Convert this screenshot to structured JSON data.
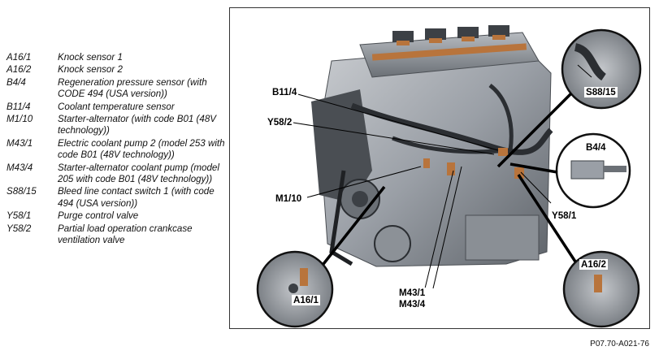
{
  "legend": [
    {
      "code": "A16/1",
      "desc": "Knock sensor 1"
    },
    {
      "code": "A16/2",
      "desc": "Knock sensor 2"
    },
    {
      "code": "B4/4",
      "desc": "Regeneration pressure sensor (with CODE 494 (USA version))"
    },
    {
      "code": "B11/4",
      "desc": "Coolant temperature sensor"
    },
    {
      "code": "M1/10",
      "desc": "Starter-alternator (with code B01 (48V technology))"
    },
    {
      "code": "M43/1",
      "desc": "Electric coolant pump 2 (model 253 with code B01 (48V technology))"
    },
    {
      "code": "M43/4",
      "desc": "Starter-alternator coolant pump (model 205 with code B01 (48V technology))"
    },
    {
      "code": "S88/15",
      "desc": "Bleed line contact switch 1 (with code 494 (USA version))"
    },
    {
      "code": "Y58/1",
      "desc": "Purge control valve"
    },
    {
      "code": "Y58/2",
      "desc": "Partial load operation crankcase ventilation valve"
    }
  ],
  "callouts": {
    "b11_4": "B11/4",
    "y58_2": "Y58/2",
    "m1_10": "M1/10",
    "m43": "M43/1",
    "m43_4": "M43/4",
    "y58_1": "Y58/1",
    "s88_15": "S88/15",
    "b4_4": "B4/4",
    "a16_1": "A16/1",
    "a16_2": "A16/2"
  },
  "figure_id": "P07.70-A021-76",
  "colors": {
    "engine_metal": "#9a9fa6",
    "engine_dark": "#3c4045",
    "copper": "#b8743c",
    "leader": "#000000"
  }
}
